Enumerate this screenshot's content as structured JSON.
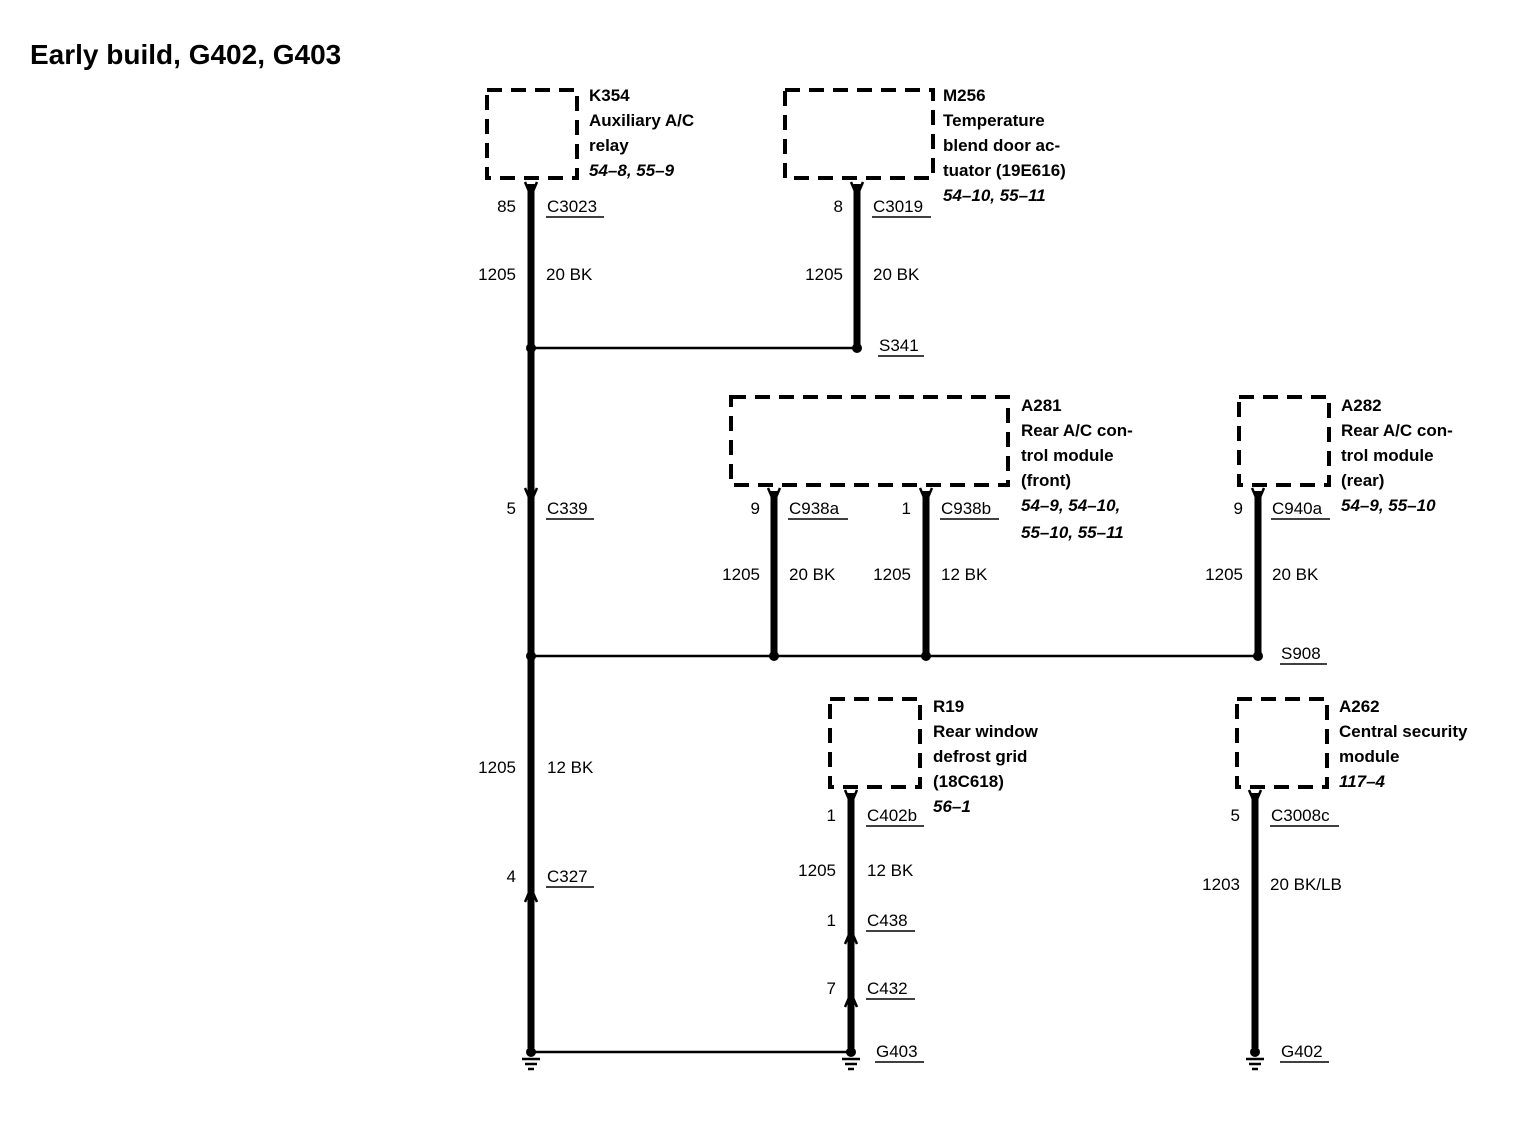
{
  "title": "Early build, G402, G403",
  "components": {
    "k354": {
      "id": "K354",
      "lines": [
        "Auxiliary A/C",
        "relay"
      ],
      "ref": "54–8, 55–9"
    },
    "m256": {
      "id": "M256",
      "lines": [
        "Temperature",
        "blend door ac-",
        "tuator (19E616)"
      ],
      "ref": "54–10, 55–11"
    },
    "a281": {
      "id": "A281",
      "lines": [
        "Rear A/C con-",
        "trol module",
        "(front)"
      ],
      "ref": [
        "54–9, 54–10,",
        "55–10, 55–11"
      ]
    },
    "a282": {
      "id": "A282",
      "lines": [
        "Rear A/C con-",
        "trol module",
        "(rear)"
      ],
      "ref": "54–9, 55–10"
    },
    "r19": {
      "id": "R19",
      "lines": [
        "Rear window",
        "defrost grid",
        "(18C618)"
      ],
      "ref": "56–1"
    },
    "a262": {
      "id": "A262",
      "lines": [
        "Central security",
        "module"
      ],
      "ref": "117–4"
    }
  },
  "connectors": {
    "k354_pin": "85",
    "k354_conn": "C3023",
    "m256_pin": "8",
    "m256_conn": "C3019",
    "c339_pin": "5",
    "c339_conn": "C339",
    "a281a_pin": "9",
    "a281a_conn": "C938a",
    "a281b_pin": "1",
    "a281b_conn": "C938b",
    "a282_pin": "9",
    "a282_conn": "C940a",
    "c327_pin": "4",
    "c327_conn": "C327",
    "r19_pin": "1",
    "r19_conn": "C402b",
    "c438_pin": "1",
    "c438_conn": "C438",
    "c432_pin": "7",
    "c432_conn": "C432",
    "a262_pin": "5",
    "a262_conn": "C3008c"
  },
  "wires": {
    "k354": {
      "circuit": "1205",
      "spec": "20 BK"
    },
    "m256": {
      "circuit": "1205",
      "spec": "20 BK"
    },
    "a281a": {
      "circuit": "1205",
      "spec": "20 BK"
    },
    "a281b": {
      "circuit": "1205",
      "spec": "12 BK"
    },
    "a282": {
      "circuit": "1205",
      "spec": "20 BK"
    },
    "trunk": {
      "circuit": "1205",
      "spec": "12 BK"
    },
    "r19": {
      "circuit": "1205",
      "spec": "12 BK"
    },
    "a262": {
      "circuit": "1203",
      "spec": "20 BK/LB"
    }
  },
  "splices": {
    "s341": "S341",
    "s908": "S908"
  },
  "grounds": {
    "g403": "G403",
    "g402": "G402"
  }
}
